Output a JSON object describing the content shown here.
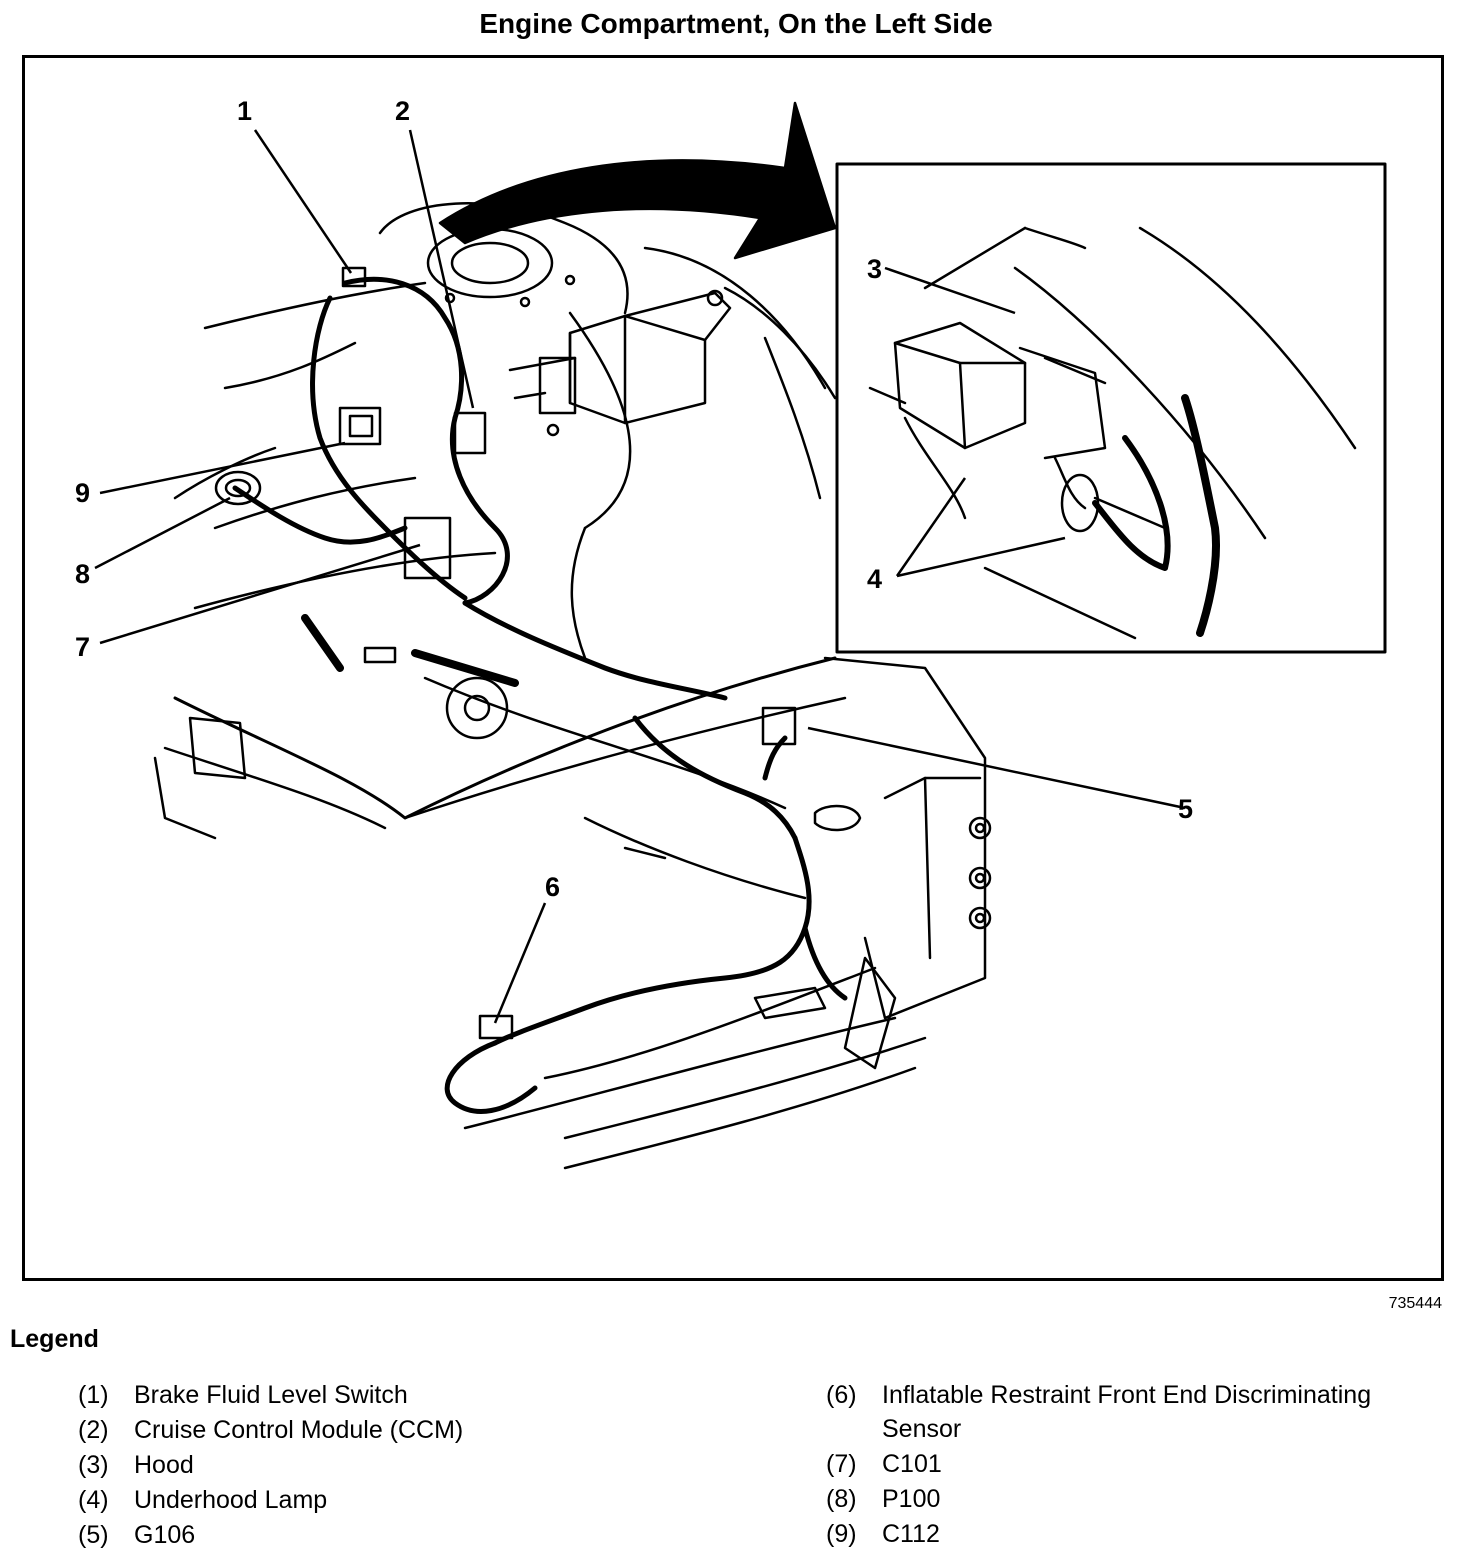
{
  "page": {
    "title": "Engine Compartment, On the Left Side",
    "figure_id": "735444"
  },
  "callouts": [
    "1",
    "2",
    "3",
    "4",
    "5",
    "6",
    "7",
    "8",
    "9"
  ],
  "legend": {
    "heading": "Legend",
    "left": [
      {
        "num": "(1)",
        "text": "Brake Fluid Level Switch"
      },
      {
        "num": "(2)",
        "text": "Cruise Control Module (CCM)"
      },
      {
        "num": "(3)",
        "text": "Hood"
      },
      {
        "num": "(4)",
        "text": "Underhood Lamp"
      },
      {
        "num": "(5)",
        "text": "G106"
      }
    ],
    "right": [
      {
        "num": "(6)",
        "text": "Inflatable Restraint Front End Discriminating Sensor"
      },
      {
        "num": "(7)",
        "text": "C101"
      },
      {
        "num": "(8)",
        "text": "P100"
      },
      {
        "num": "(9)",
        "text": "C112"
      }
    ]
  }
}
